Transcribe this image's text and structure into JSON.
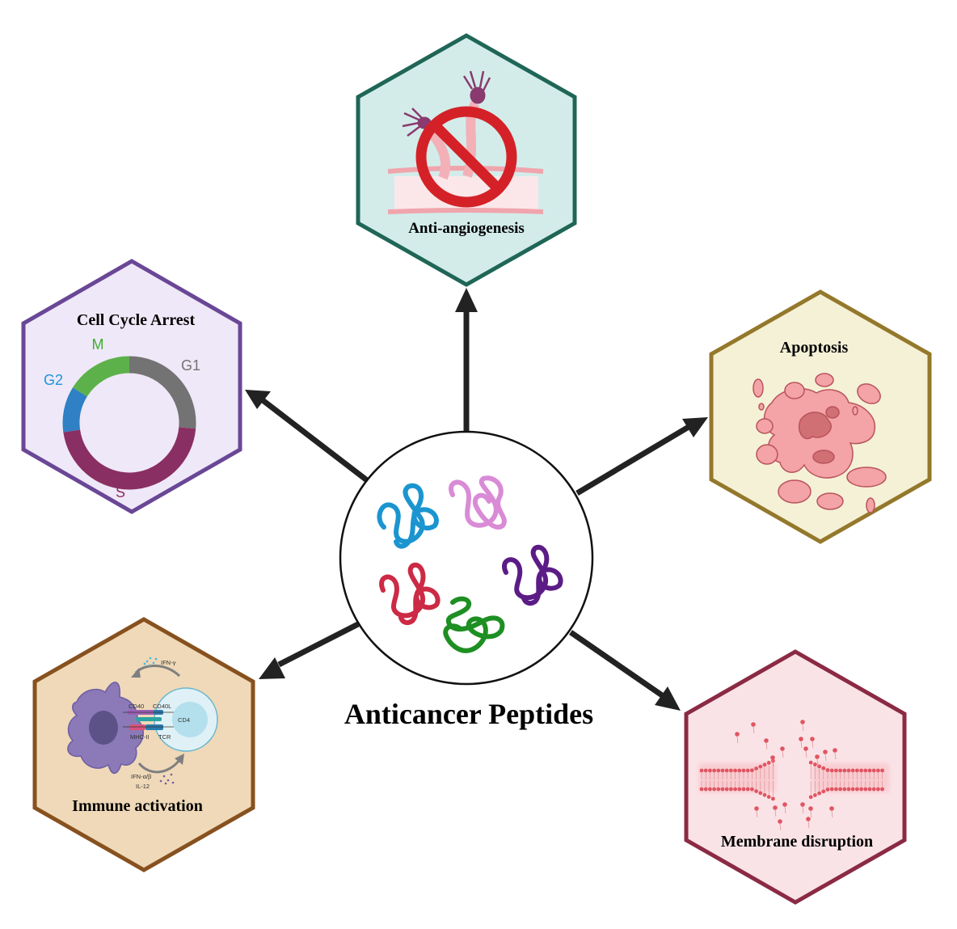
{
  "center": {
    "title": "Anticancer Peptides",
    "peptide_colors": [
      "#1b95cf",
      "#d98bd6",
      "#cc2a45",
      "#1e8f22",
      "#5b1c86"
    ]
  },
  "mechanisms": [
    {
      "id": "anti-angiogenesis",
      "label": "Anti-angiogenesis",
      "fill": "#d3ecea",
      "stroke": "#1f6657"
    },
    {
      "id": "cell-cycle-arrest",
      "label": "Cell Cycle Arrest",
      "fill": "#efe8f8",
      "stroke": "#6a4796",
      "phases": [
        {
          "name": "G1",
          "color": "#737373"
        },
        {
          "name": "S",
          "color": "#8a2f63"
        },
        {
          "name": "G2",
          "color": "#2f80c4"
        },
        {
          "name": "M",
          "color": "#5db14a"
        }
      ],
      "phase_label_colors": {
        "G1": "#737373",
        "S": "#8a2f63",
        "G2": "#1b95d8",
        "M": "#3fae2c"
      }
    },
    {
      "id": "apoptosis",
      "label": "Apoptosis",
      "fill": "#f4f1d6",
      "stroke": "#94782b"
    },
    {
      "id": "immune-activation",
      "label": "Immune activation",
      "fill": "#efd9b8",
      "stroke": "#87511f",
      "annotations": {
        "ifn_gamma": "IFN-γ",
        "cd40": "CD40",
        "cd40l": "CD40L",
        "cd4": "CD4",
        "mhc2": "MHC-II",
        "tcr": "TCR",
        "ifn_ab": "IFN-α/β",
        "il12": "IL-12"
      }
    },
    {
      "id": "membrane-disruption",
      "label": "Membrane disruption",
      "fill": "#fae3e7",
      "stroke": "#8b2a44"
    }
  ],
  "arrow_color": "#222222"
}
